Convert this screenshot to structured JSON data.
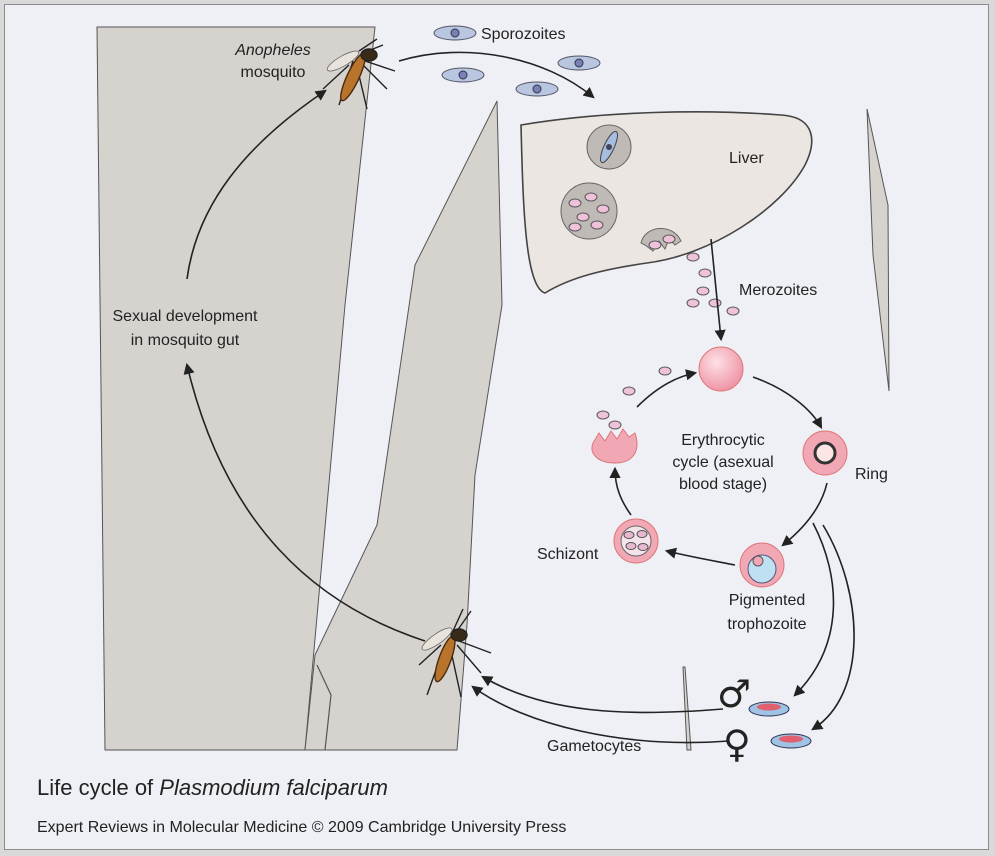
{
  "diagram": {
    "labels": {
      "anopheles": "Anopheles",
      "mosquito": "mosquito",
      "sporozoites": "Sporozoites",
      "liver": "Liver",
      "merozoites": "Merozoites",
      "sexual_dev_line1": "Sexual development",
      "sexual_dev_line2": "in mosquito gut",
      "cycle_line1": "Erythrocytic",
      "cycle_line2": "cycle (asexual",
      "cycle_line3": "blood stage)",
      "ring": "Ring",
      "schizont": "Schizont",
      "trophozoite_line1": "Pigmented",
      "trophozoite_line2": "trophozoite",
      "gametocytes": "Gametocytes",
      "male_symbol": "♂",
      "female_symbol": "♀"
    },
    "colors": {
      "background": "#eef0f5",
      "limb": "#d6d3cf",
      "limb_outline": "#444444",
      "liver": "#ebe6e1",
      "red_cell": "#f2a7b4",
      "merozoite": "#efc2da",
      "sporozoite": "#b8c6e0",
      "trophozoite_inner": "#bfe0f2",
      "arrow": "#222222"
    }
  },
  "caption": {
    "title_prefix": "Life cycle of ",
    "title_italic": "Plasmodium falciparum",
    "credit": "Expert Reviews in Molecular Medicine © 2009 Cambridge University Press"
  }
}
